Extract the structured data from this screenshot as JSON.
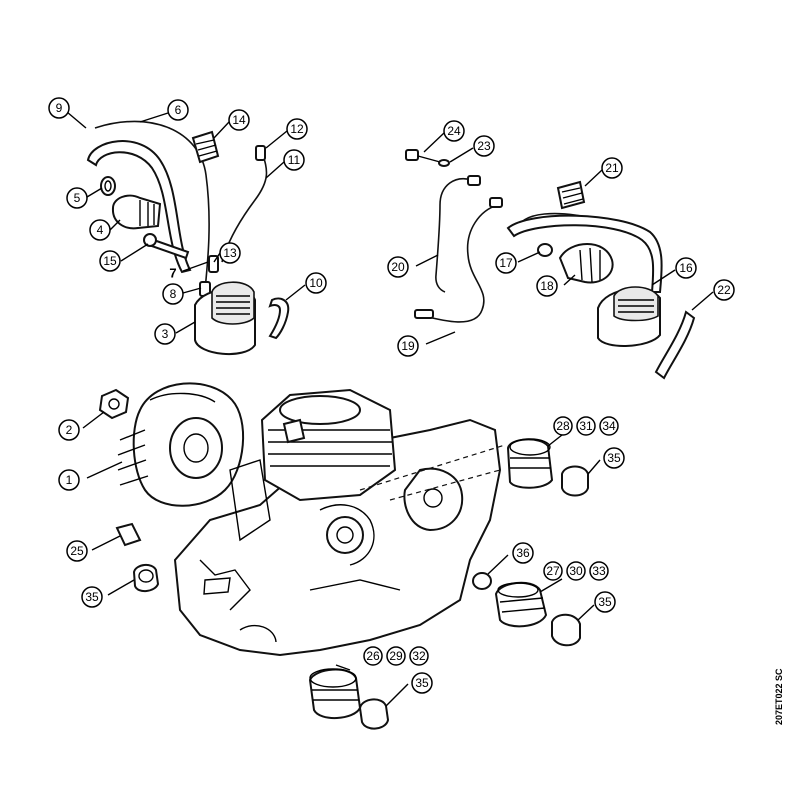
{
  "diagram": {
    "reference_code": "207ET022 SC",
    "callouts": [
      {
        "id": "c9",
        "text": "9"
      },
      {
        "id": "c6",
        "text": "6"
      },
      {
        "id": "c14",
        "text": "14"
      },
      {
        "id": "c12",
        "text": "12"
      },
      {
        "id": "c11",
        "text": "11"
      },
      {
        "id": "c5",
        "text": "5"
      },
      {
        "id": "c4",
        "text": "4"
      },
      {
        "id": "c15",
        "text": "15"
      },
      {
        "id": "c13",
        "text": "13"
      },
      {
        "id": "c7",
        "text": "7"
      },
      {
        "id": "c8",
        "text": "8"
      },
      {
        "id": "c10",
        "text": "10"
      },
      {
        "id": "c3",
        "text": "3"
      },
      {
        "id": "c24",
        "text": "24"
      },
      {
        "id": "c23",
        "text": "23"
      },
      {
        "id": "c21",
        "text": "21"
      },
      {
        "id": "c20",
        "text": "20"
      },
      {
        "id": "c17",
        "text": "17"
      },
      {
        "id": "c16",
        "text": "16"
      },
      {
        "id": "c18",
        "text": "18"
      },
      {
        "id": "c22",
        "text": "22"
      },
      {
        "id": "c19",
        "text": "19"
      },
      {
        "id": "c2",
        "text": "2"
      },
      {
        "id": "c1",
        "text": "1"
      },
      {
        "id": "c28",
        "text": "28"
      },
      {
        "id": "c31",
        "text": "31"
      },
      {
        "id": "c34",
        "text": "34"
      },
      {
        "id": "c35a",
        "text": "35"
      },
      {
        "id": "c25",
        "text": "25"
      },
      {
        "id": "c35b",
        "text": "35"
      },
      {
        "id": "c36",
        "text": "36"
      },
      {
        "id": "c27",
        "text": "27"
      },
      {
        "id": "c30",
        "text": "30"
      },
      {
        "id": "c33",
        "text": "33"
      },
      {
        "id": "c35c",
        "text": "35"
      },
      {
        "id": "c26",
        "text": "26"
      },
      {
        "id": "c29",
        "text": "29"
      },
      {
        "id": "c32",
        "text": "32"
      },
      {
        "id": "c35d",
        "text": "35"
      }
    ]
  }
}
